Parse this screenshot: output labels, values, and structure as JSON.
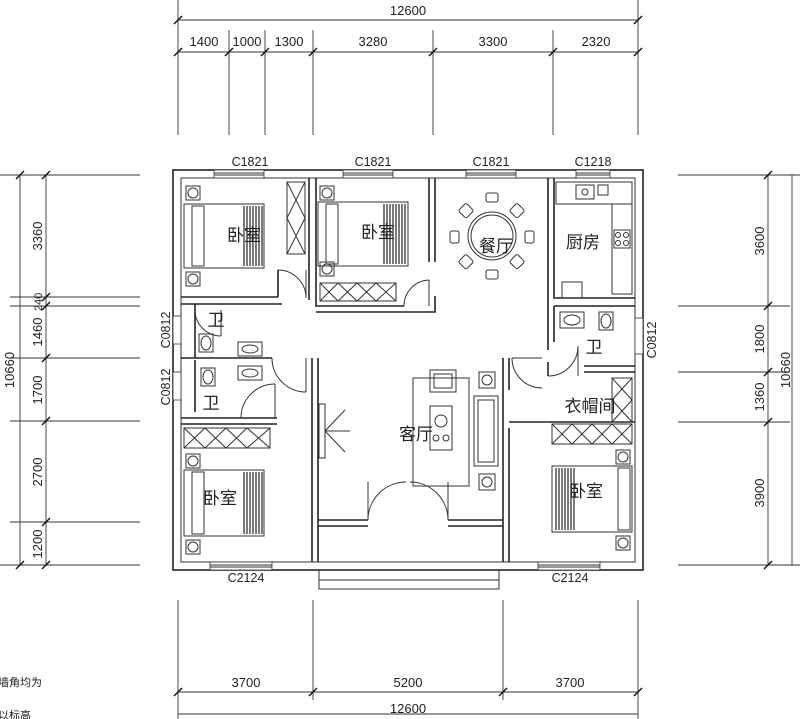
{
  "dimensions": {
    "top_total": "12600",
    "top_segments": [
      "1400",
      "1000",
      "1300",
      "3280",
      "3300",
      "2320"
    ],
    "bottom_segments": [
      "3700",
      "5200",
      "3700"
    ],
    "bottom_total": "12600",
    "left_segments": [
      "3360",
      "240",
      "1460",
      "1700",
      "2700",
      "1200"
    ],
    "left_total": "10660",
    "right_segments": [
      "3600",
      "1800",
      "1360",
      "3900"
    ],
    "right_total": "10660"
  },
  "windows": {
    "top": [
      "C1821",
      "C1821",
      "C1821",
      "C1218"
    ],
    "bottom": [
      "C2124",
      "C2124"
    ],
    "left": [
      "C0812",
      "C0812"
    ],
    "right": [
      "C0812"
    ]
  },
  "rooms": {
    "bedroom_nw": "卧室",
    "bedroom_n": "卧室",
    "dining": "餐厅",
    "kitchen": "厨房",
    "bath_1": "卫",
    "bath_2": "卫",
    "bath_3": "卫",
    "living": "客厅",
    "closet": "衣帽间",
    "bedroom_sw": "卧室",
    "bedroom_se": "卧室"
  },
  "notes": [
    "墙角均为",
    "以标高"
  ]
}
